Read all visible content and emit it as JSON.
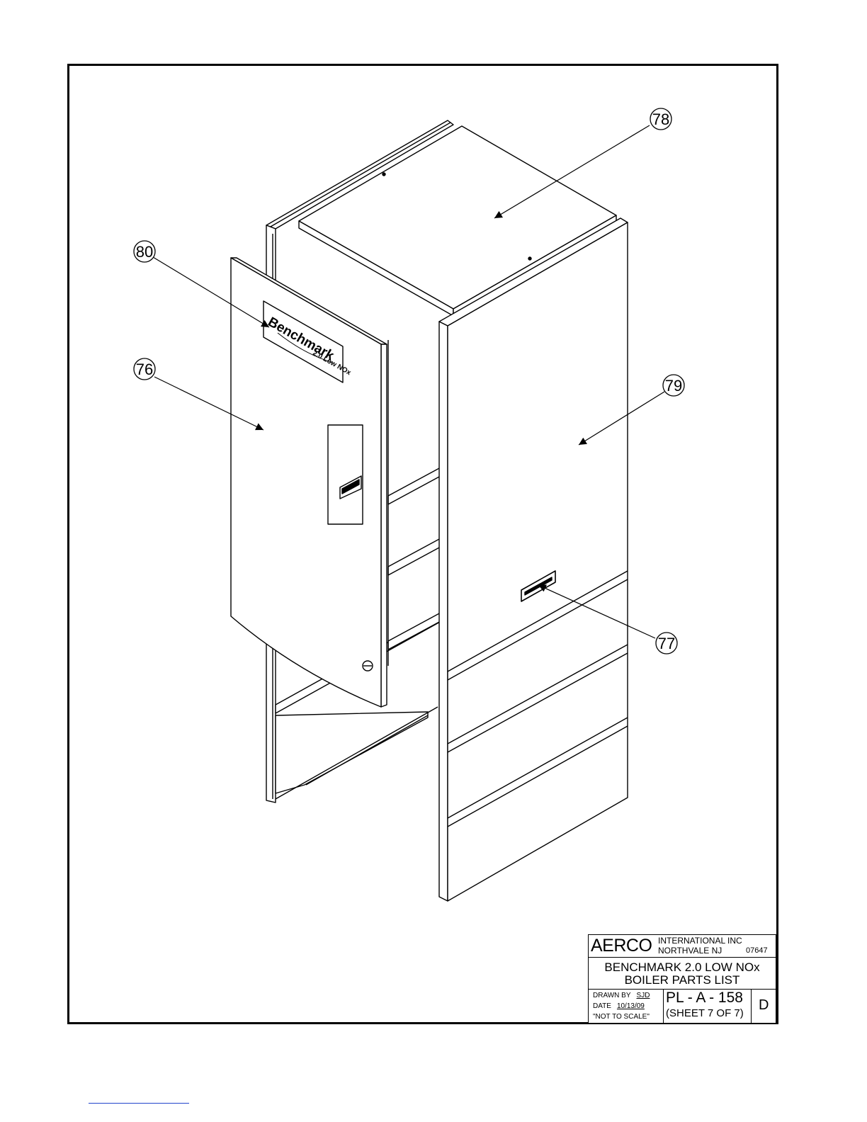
{
  "callouts": [
    "78",
    "80",
    "76",
    "79",
    "77"
  ],
  "logo": {
    "brand": "Benchmark",
    "model": "2.0 Low NOx"
  },
  "title_block": {
    "company": "AERCO",
    "company_line1": "INTERNATIONAL  INC",
    "company_line2": "NORTHVALE  NJ",
    "zip": "07647",
    "title_line1": "BENCHMARK 2.0 LOW NOx",
    "title_line2": "BOILER PARTS LIST",
    "drawn_by_label": "DRAWN BY",
    "drawn_by": "SJD",
    "date_label": "DATE",
    "date": "10/13/09",
    "scale_note": "\"NOT TO SCALE\"",
    "drawing_number": "PL - A - 158",
    "sheet": "(SHEET 7 OF 7)",
    "revision": "D"
  }
}
